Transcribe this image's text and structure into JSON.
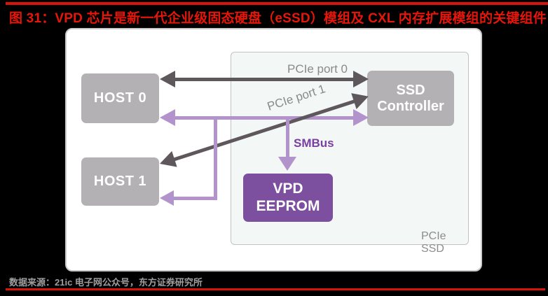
{
  "page": {
    "title": "图 31：VPD 芯片是新一代企业级固态硬盘（eSSD）模组及 CXL 内存扩展模组的关键组件",
    "source": "数据来源：21ic 电子网公众号，东方证券研究所"
  },
  "diagram": {
    "nodes": {
      "host0": {
        "label": "HOST 0"
      },
      "host1": {
        "label": "HOST 1"
      },
      "ssd_controller": {
        "label": "SSD\nController"
      },
      "vpd_eeprom": {
        "label": "VPD\nEEPROM"
      }
    },
    "edges": {
      "pcie_port0": {
        "label": "PCIe port 0"
      },
      "pcie_port1": {
        "label": "PCIe port 1"
      },
      "smbus": {
        "label": "SMBus"
      }
    },
    "container_label": "PCIe SSD",
    "colors": {
      "accent_red": "#e8150a",
      "rule_red": "#d91309",
      "box_gray": "#b3b1b4",
      "vpd_purple": "#7d4f9f",
      "line_purple": "#b293cc",
      "line_dark": "#5e585c",
      "label_gray": "#8a8a8a",
      "smbus_text_purple": "#7840a0",
      "source_gray": "#9e9e9e"
    }
  }
}
